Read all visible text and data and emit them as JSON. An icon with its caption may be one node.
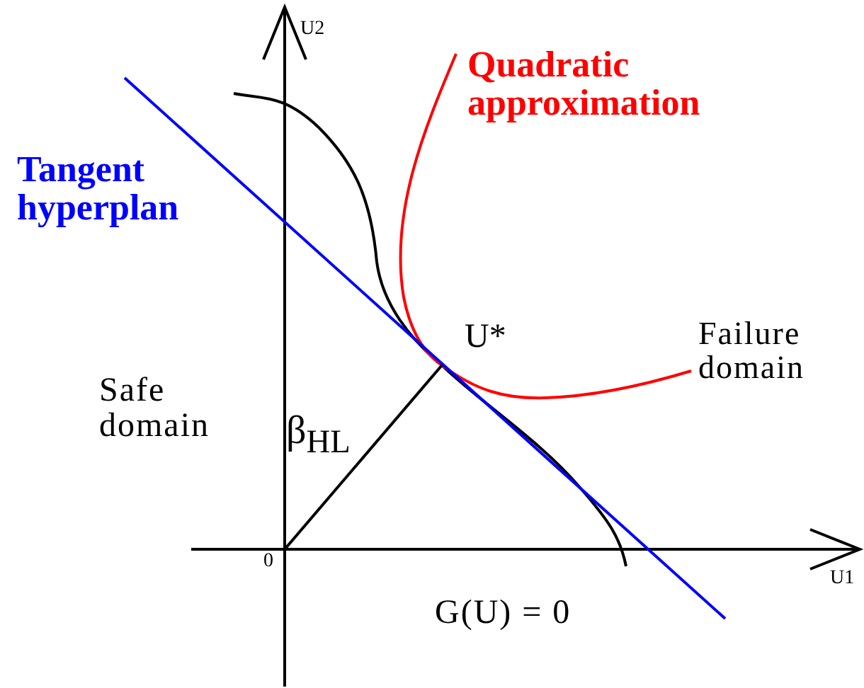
{
  "diagram": {
    "labels": [
      "U2",
      "Quadratic approximation",
      "Tangent hyperplan",
      "U*",
      "Failure domain",
      "Safe domain",
      "β$_{HL}$",
      "0",
      "U1",
      "G(U) = 0"
    ]
  }
}
